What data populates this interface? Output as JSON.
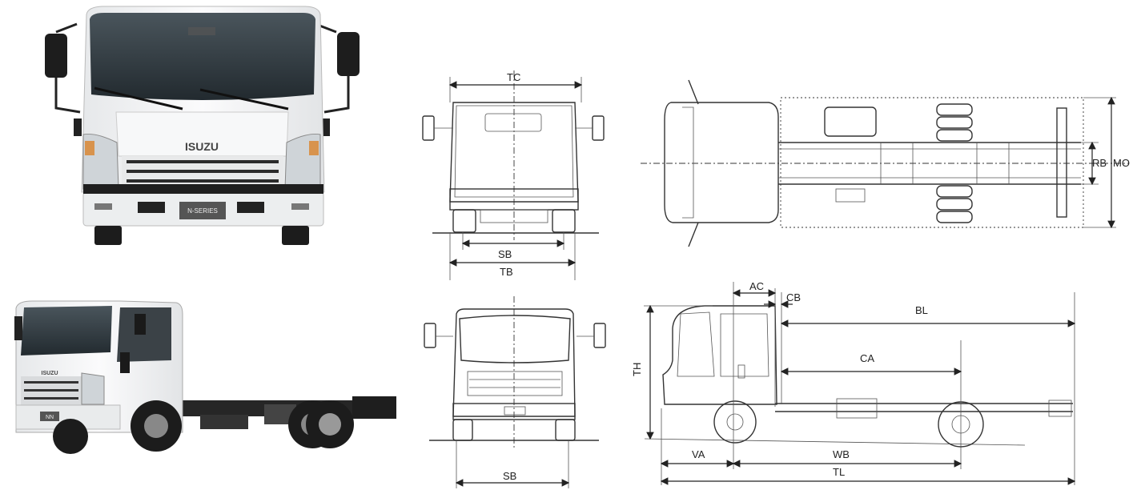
{
  "photos": {
    "front_grille_brand": "ISUZU",
    "front_plate": "N-SERIES",
    "side_plate": "NN"
  },
  "dimensions": {
    "TC": "TC",
    "SB_top": "SB",
    "TB": "TB",
    "SB_bottom": "SB",
    "RB": "RB",
    "MO": "MO",
    "AC": "AC",
    "CB": "CB",
    "BL": "BL",
    "CA": "CA",
    "TH": "TH",
    "VA": "VA",
    "WB": "WB",
    "TL": "TL"
  },
  "colors": {
    "cab_white": "#f2f3f4",
    "windshield": "#2f3a40",
    "chassis": "#2a2a2a",
    "tire": "#1c1c1c",
    "line": "#222222"
  }
}
